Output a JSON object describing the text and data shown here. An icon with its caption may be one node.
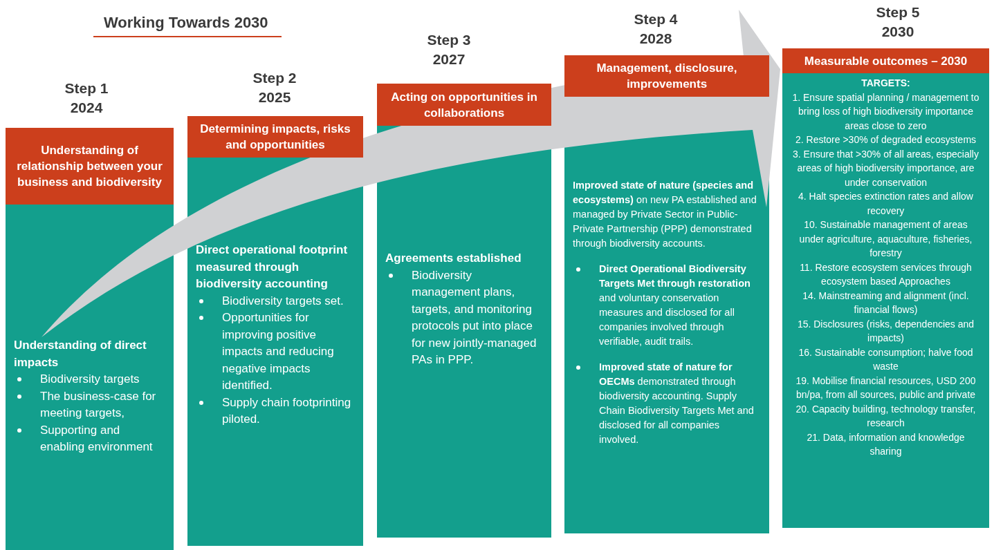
{
  "diagram": {
    "title": "Working Towards 2030",
    "nodes": [
      {
        "text": [
          "Understanding of direct impacts",
          "Biodiversity targets",
          "The business-case for meeting targets,",
          "Supporting and enabling environment"
        ]
      },
      {
        "text": [
          "Understanding of relationship between your business and biodiversity"
        ],
        "beside": [
          "Step 1 2024"
        ],
        "in": 0
      },
      {
        "text": [
          "Direct operational footprint measured through biodiversity accounting",
          "Biodiversity targets set.",
          "Opportunities for improving positive impacts and reducing negative impacts identified.",
          "Supply chain footprinting piloted."
        ]
      },
      {
        "text": [
          "Determining impacts, risks and opportunities"
        ],
        "beside": [
          "Step 2 2025"
        ],
        "in": 2
      },
      {
        "text": [
          "Agreements established",
          "Biodiversity management plans, targets, and monitoring protocols put into place for new jointly-managed PAs in PPP."
        ]
      },
      {
        "text": [
          "Acting on opportunities in collaborations"
        ],
        "beside": [
          "Step 3 2027"
        ],
        "in": 4
      },
      {
        "text": [
          "**Improved state of nature (species and ecosystems)** on new PA established and managed by Private Sector in Public-Private Partnership (PPP) demonstrated through biodiversity accounts.",
          "**Direct Operational Biodiversity Targets Met through restoration** and voluntary conservation measures and disclosed for all companies involved through verifiable, audit trails.",
          "**Improved state of nature for OECMs** demonstrated through biodiversity accounting. Supply Chain Biodiversity Targets Met and disclosed for all companies involved."
        ]
      },
      {
        "text": [
          "Management, disclosure, improvements"
        ],
        "beside": [
          "Step 4 2028"
        ],
        "in": 6
      },
      {
        "text": [
          "TARGETS:",
          "1. Ensure spatial planning / management to bring loss of high biodiversity importance areas close to zero",
          "2. Restore >30% of degraded ecosystems",
          "3. Ensure that >30% of all areas, especially areas of high biodiversity importance, are under conservation",
          "4. Halt species extinction rates and allow recovery",
          "10. Sustainable management of areas under agriculture, aquaculture, fisheries, forestry",
          "11. Restore ecosystem services through ecosystem based Approaches",
          "14. Mainstreaming and alignment (incl. financial flows)",
          "15. Disclosures (risks, dependencies and impacts)",
          "16. Sustainable consumption; halve food waste",
          "19. Mobilise financial resources, USD 200 bn/pa, from all sources, public and private",
          "20. Capacity building, technology transfer, research",
          "21. Data, information and knowledge sharing"
        ]
      },
      {
        "text": [
          "Measurable outcomes – 2030"
        ],
        "beside": [
          "Step 5 2030"
        ],
        "in": 8
      }
    ]
  }
}
